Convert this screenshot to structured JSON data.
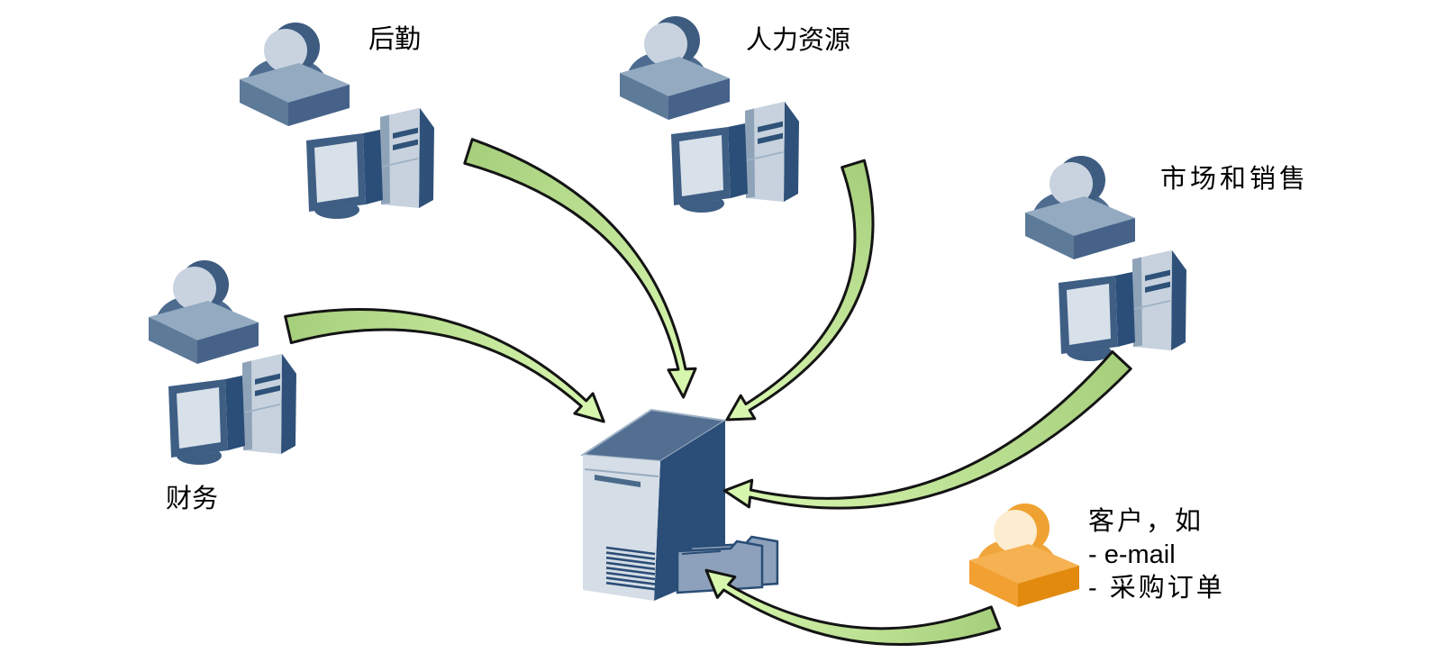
{
  "diagram": {
    "kind": "department-to-central-server data flow diagram",
    "labels": {
      "logistics": "后勤",
      "human_resources": "人力资源",
      "marketing_sales": "市场和销售",
      "finance": "财务",
      "customer_lines": [
        "客户，如",
        "- e-mail",
        "- 采购订单"
      ]
    },
    "nodes": [
      {
        "id": "logistics",
        "label": "后勤",
        "icon": "person-with-workstation",
        "theme": "blue"
      },
      {
        "id": "human-resources",
        "label": "人力资源",
        "icon": "person-with-workstation",
        "theme": "blue"
      },
      {
        "id": "marketing-sales",
        "label": "市场和销售",
        "icon": "person-with-workstation",
        "theme": "blue"
      },
      {
        "id": "finance",
        "label": "财务",
        "icon": "person-with-workstation",
        "theme": "blue"
      },
      {
        "id": "customer",
        "label": "客户，如 - e-mail - 采购订单",
        "icon": "person",
        "theme": "orange"
      },
      {
        "id": "central-server",
        "label": "",
        "icon": "server-with-folders",
        "theme": "blue"
      }
    ],
    "arrows": [
      {
        "from": "logistics",
        "to": "central-server"
      },
      {
        "from": "human-resources",
        "to": "central-server"
      },
      {
        "from": "finance",
        "to": "central-server"
      },
      {
        "from": "marketing-sales",
        "to": "central-server"
      },
      {
        "from": "customer",
        "to": "central-server"
      }
    ],
    "colors": {
      "background": "#ffffff",
      "text": "#000000",
      "arrow_green_tail": "#a6cf7c",
      "arrow_green_head": "#d7f6ae",
      "arrow_outline": "#141414",
      "blue_dark": "#2b4e78",
      "blue_mid": "#4d6c8f",
      "blue_light": "#c9d4e0",
      "server_front": "#d5dde6",
      "folder_fill": "#8da1bc",
      "customer_orange": "#f0a032"
    }
  }
}
